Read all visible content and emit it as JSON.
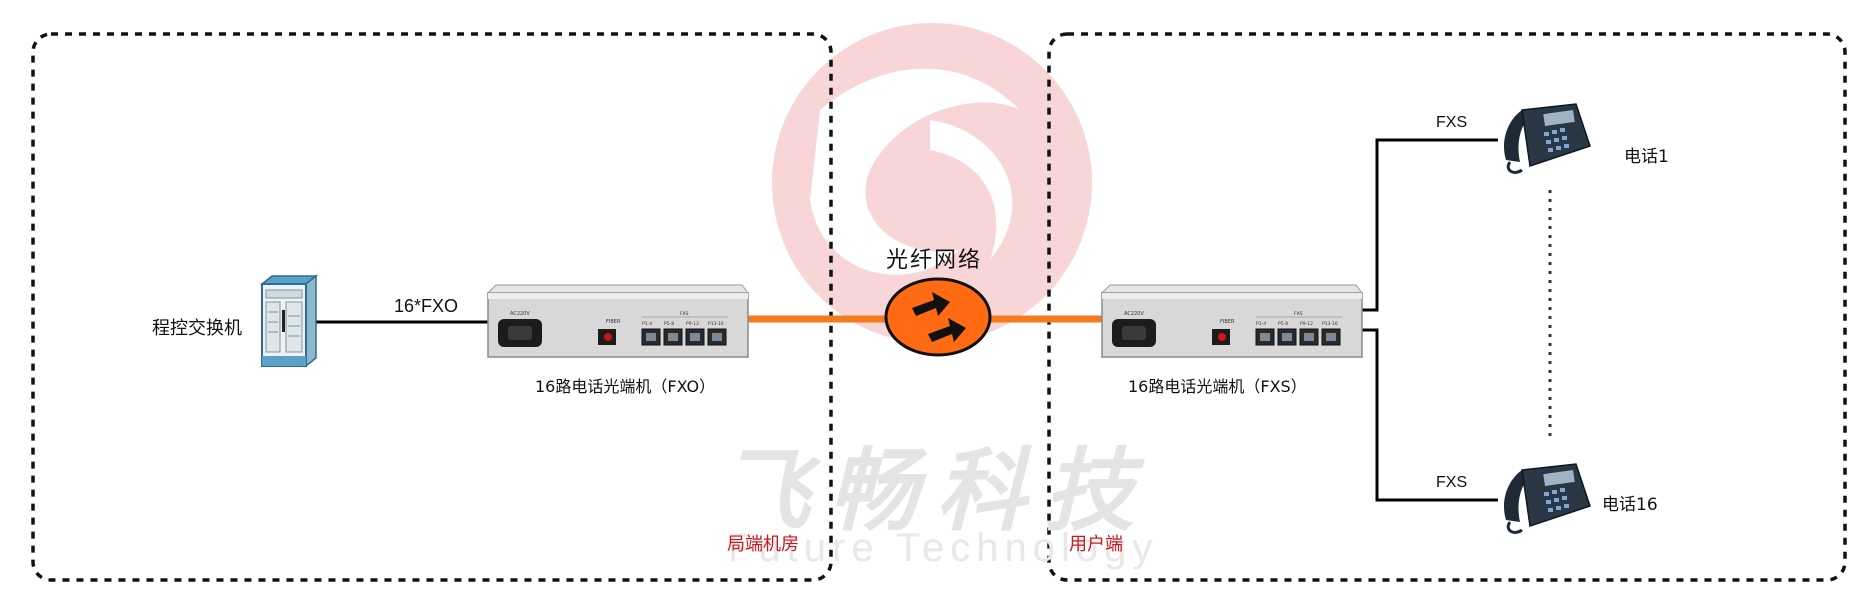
{
  "watermark": {
    "brand_cn": "飞畅科技",
    "brand_en": "Future Technology",
    "accent": "#e0454b"
  },
  "zones": {
    "central_office": "局端机房",
    "user_side": "用户端"
  },
  "network": {
    "label": "光纤网络",
    "cable_color": "#f57a1c",
    "cloud_color": "#ff6a13"
  },
  "exchange": {
    "label": "程控交换机"
  },
  "links": {
    "fxo": "16*FXO",
    "fxs_top": "FXS",
    "fxs_bottom": "FXS"
  },
  "devices": {
    "left_caption": "16路电话光端机（FXO）",
    "right_caption": "16路电话光端机（FXS）",
    "panel_power": "AC220V",
    "panel_fiber": "FIBER",
    "panel_group": "FXS",
    "port_labels": [
      "P1-4",
      "P5-8",
      "P9-12",
      "P13-16"
    ]
  },
  "phones": {
    "top": "电话1",
    "bottom": "电话16"
  }
}
